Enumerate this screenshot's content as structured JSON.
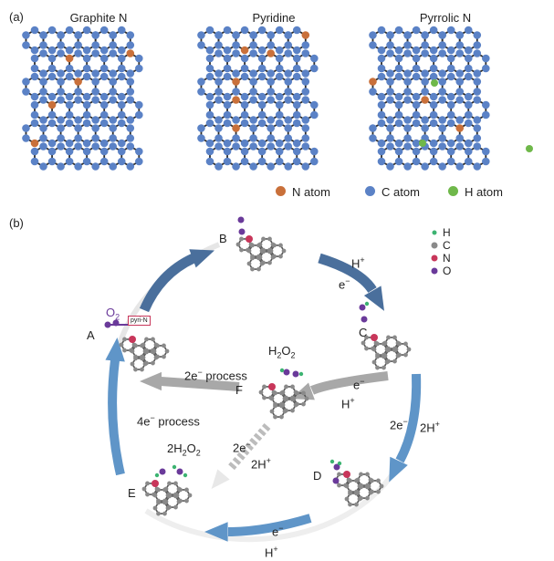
{
  "panel_a": {
    "label": "(a)",
    "titles": [
      "Graphite N",
      "Pyridine",
      "Pyrrolic N"
    ],
    "legend": [
      {
        "label": "N atom",
        "color": "#c9703a"
      },
      {
        "label": "C atom",
        "color": "#5b82c6"
      },
      {
        "label": "H atom",
        "color": "#6fb84a"
      }
    ]
  },
  "panel_b": {
    "label": "(b)",
    "states": {
      "A": "A",
      "B": "B",
      "C": "C",
      "D": "D",
      "E": "E",
      "F": "F"
    },
    "pyri_tag": "pyri-N",
    "o2_base": "O",
    "o2_sub": "2",
    "h2o2_top_base": "H",
    "h2o2_top_sub1": "2",
    "h2o2_top_mid": "O",
    "h2o2_top_sub2": "2",
    "h2o_e_lead": "2H",
    "h2o_e_sub": "2",
    "h2o_e_o": "O",
    "process_2e_base": "2e",
    "process_2e_sup": "−",
    "process_2e_rest": " process",
    "process_4e_base": "4e",
    "process_4e_sup": "−",
    "process_4e_rest": " process",
    "h_plus_base": "H",
    "plus": "+",
    "e_minus_base": "e",
    "minus": "−",
    "two_e_base": "2e",
    "two_h_base": "2H",
    "legend": [
      {
        "label": "H",
        "color": "#3cb371"
      },
      {
        "label": "C",
        "color": "#8a8a8a"
      },
      {
        "label": "N",
        "color": "#c8365a"
      },
      {
        "label": "O",
        "color": "#6a3a9a"
      }
    ],
    "colors": {
      "arrow_dark": "#4a6f9c",
      "arrow_light": "#5f95c8",
      "arrow_grey": "#a8a8a8"
    }
  }
}
